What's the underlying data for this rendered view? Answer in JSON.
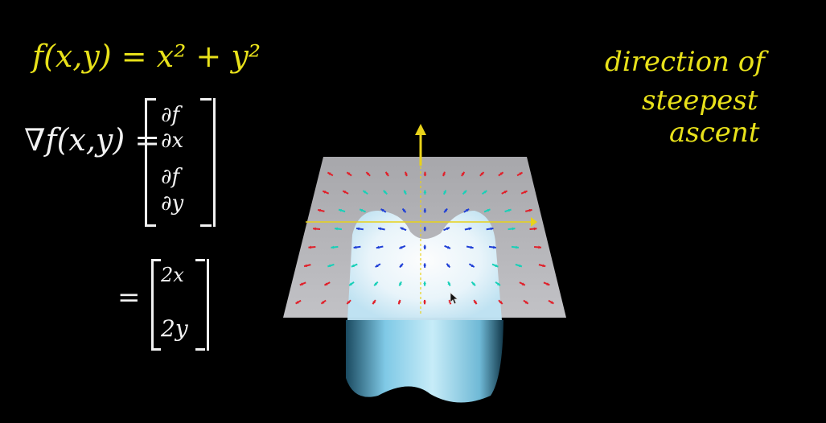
{
  "equations": {
    "function_def": "f(x,y) = x² + y²",
    "gradient_lhs": "∇f(x,y) =",
    "partial_x_num": "∂f",
    "partial_x_den": "∂x",
    "partial_y_num": "∂f",
    "partial_y_den": "∂y",
    "equals": "=",
    "result_x": "2x",
    "result_y": "2y"
  },
  "annotation": {
    "line1": "direction of",
    "line2": "steepest",
    "line3": "ascent"
  },
  "colors": {
    "handwriting_yellow": "#e8e11a",
    "handwriting_white": "#f2f2f2",
    "plane": "#b9b9bd",
    "surface": "#e8f4fb",
    "arrow_blue": "#1f3fd6",
    "arrow_cyan": "#18d0b8",
    "arrow_red": "#e0202a",
    "axis_yellow": "#e8d21a"
  }
}
